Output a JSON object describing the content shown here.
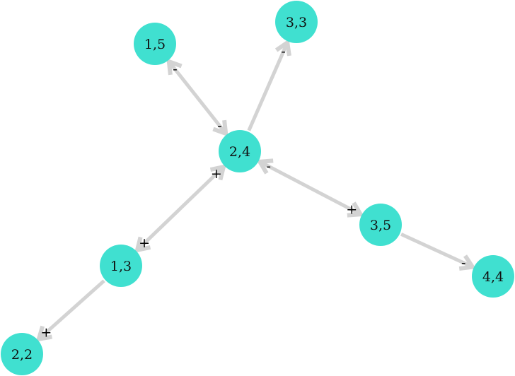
{
  "diagram": {
    "node_color": "#40E0D0",
    "edge_color": "#D3D3D3",
    "nodes": [
      {
        "id": "n15",
        "label": "1,5"
      },
      {
        "id": "n33",
        "label": "3,3"
      },
      {
        "id": "n24",
        "label": "2,4"
      },
      {
        "id": "n35",
        "label": "3,5"
      },
      {
        "id": "n44",
        "label": "4,4"
      },
      {
        "id": "n13",
        "label": "1,3"
      },
      {
        "id": "n22",
        "label": "2,2"
      }
    ],
    "edges": [
      {
        "from": "n24",
        "to": "n15",
        "label": "-",
        "bidirectional": true,
        "from_label": "-"
      },
      {
        "from": "n24",
        "to": "n33",
        "label": "-",
        "bidirectional": false
      },
      {
        "from": "n24",
        "to": "n35",
        "label": "+",
        "bidirectional": true,
        "from_label": "-"
      },
      {
        "from": "n24",
        "to": "n13",
        "label": "+",
        "bidirectional": true,
        "from_label": "+"
      },
      {
        "from": "n35",
        "to": "n44",
        "label": "-",
        "bidirectional": false
      },
      {
        "from": "n13",
        "to": "n22",
        "label": "+",
        "bidirectional": false
      }
    ]
  }
}
